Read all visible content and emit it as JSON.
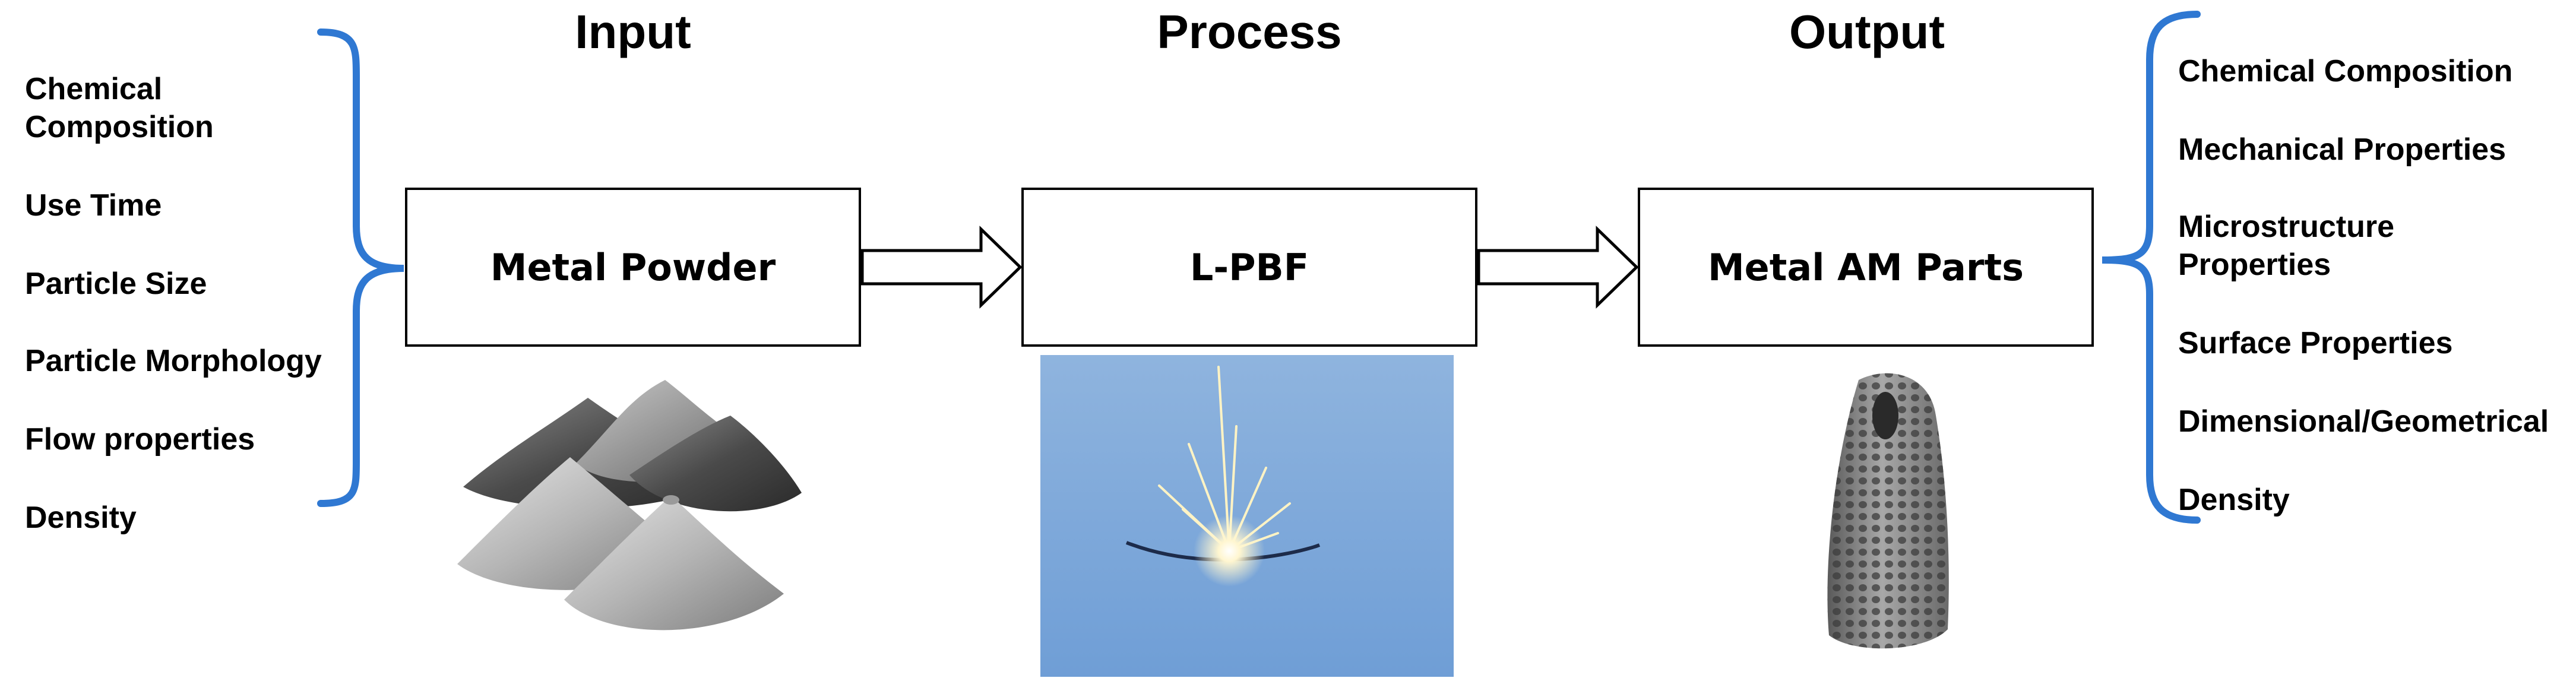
{
  "headings": {
    "input": "Input",
    "process": "Process",
    "output": "Output"
  },
  "boxes": {
    "input": "Metal Powder",
    "process": "L-PBF",
    "output": "Metal AM Parts"
  },
  "input_factors": [
    {
      "lines": [
        "Chemical",
        "Composition"
      ]
    },
    {
      "lines": [
        "Use Time"
      ]
    },
    {
      "lines": [
        "Particle Size"
      ]
    },
    {
      "lines": [
        "Particle Morphology"
      ]
    },
    {
      "lines": [
        "Flow properties"
      ]
    },
    {
      "lines": [
        "Density"
      ]
    }
  ],
  "output_properties": [
    {
      "lines": [
        "Chemical Composition"
      ]
    },
    {
      "lines": [
        "Mechanical Properties"
      ]
    },
    {
      "lines": [
        "Microstructure",
        "Properties"
      ]
    },
    {
      "lines": [
        "Surface Properties"
      ]
    },
    {
      "lines": [
        "Dimensional/Geometrical"
      ]
    },
    {
      "lines": [
        "Density"
      ]
    }
  ],
  "colors": {
    "bracket": "#2f78d2",
    "box_border": "#000000",
    "arrow_fill": "#ffffff"
  },
  "images": {
    "input": "metal-powder-piles",
    "process": "laser-melting-sparks",
    "output": "lattice-metal-part"
  }
}
